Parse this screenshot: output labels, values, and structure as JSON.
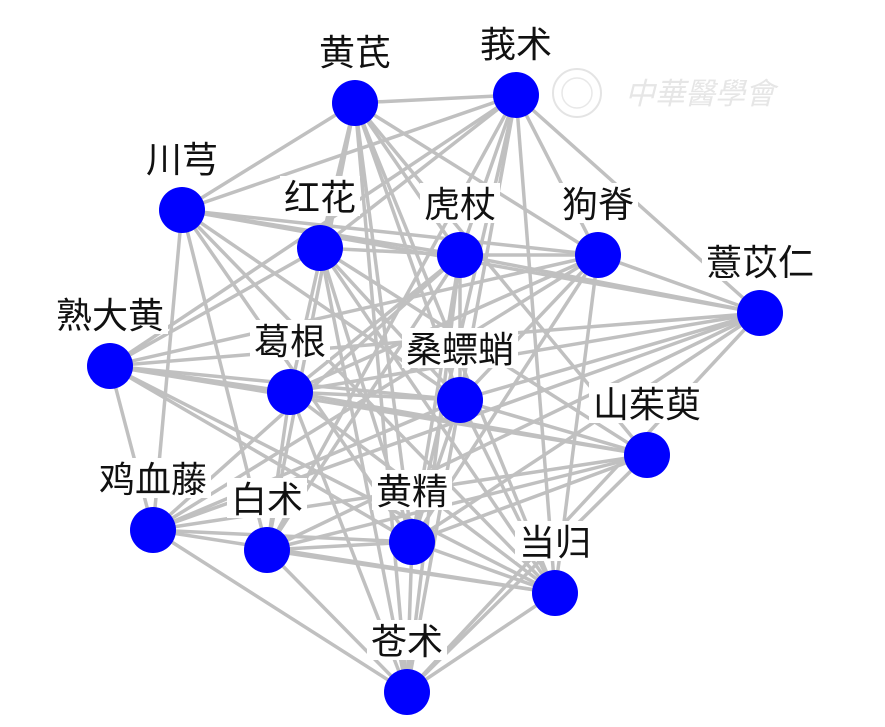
{
  "watermark": {
    "text": "中華醫學會",
    "logo": "chinese-medical-association-seal"
  },
  "graph": {
    "node_color": "#0000ff",
    "edge_color": "#c0c0c0",
    "nodes": [
      "黄芪",
      "莪术",
      "川芎",
      "红花",
      "虎杖",
      "狗脊",
      "薏苡仁",
      "熟大黄",
      "葛根",
      "桑螵蛸",
      "山茱萸",
      "鸡血藤",
      "白术",
      "黄精",
      "当归",
      "苍术"
    ],
    "edges": [
      [
        0,
        1
      ],
      [
        0,
        2
      ],
      [
        0,
        3
      ],
      [
        0,
        4
      ],
      [
        0,
        5
      ],
      [
        0,
        8
      ],
      [
        0,
        9
      ],
      [
        0,
        12
      ],
      [
        0,
        13
      ],
      [
        0,
        15
      ],
      [
        0,
        14
      ],
      [
        0,
        10
      ],
      [
        1,
        3
      ],
      [
        1,
        4
      ],
      [
        1,
        5
      ],
      [
        1,
        6
      ],
      [
        1,
        9
      ],
      [
        1,
        13
      ],
      [
        1,
        14
      ],
      [
        1,
        2
      ],
      [
        1,
        12
      ],
      [
        1,
        7
      ],
      [
        2,
        5
      ],
      [
        2,
        4
      ],
      [
        2,
        9
      ],
      [
        2,
        11
      ],
      [
        2,
        13
      ],
      [
        2,
        14
      ],
      [
        2,
        6
      ],
      [
        2,
        12
      ],
      [
        3,
        4
      ],
      [
        3,
        9
      ],
      [
        3,
        13
      ],
      [
        3,
        15
      ],
      [
        3,
        7
      ],
      [
        3,
        14
      ],
      [
        3,
        10
      ],
      [
        4,
        5
      ],
      [
        4,
        6
      ],
      [
        4,
        9
      ],
      [
        4,
        13
      ],
      [
        4,
        15
      ],
      [
        4,
        11
      ],
      [
        4,
        8
      ],
      [
        4,
        12
      ],
      [
        5,
        6
      ],
      [
        5,
        8
      ],
      [
        5,
        9
      ],
      [
        5,
        13
      ],
      [
        5,
        7
      ],
      [
        5,
        11
      ],
      [
        5,
        14
      ],
      [
        6,
        7
      ],
      [
        6,
        8
      ],
      [
        6,
        9
      ],
      [
        6,
        13
      ],
      [
        6,
        15
      ],
      [
        6,
        12
      ],
      [
        6,
        11
      ],
      [
        7,
        9
      ],
      [
        7,
        10
      ],
      [
        7,
        11
      ],
      [
        7,
        13
      ],
      [
        7,
        14
      ],
      [
        7,
        8
      ],
      [
        8,
        9
      ],
      [
        8,
        12
      ],
      [
        8,
        15
      ],
      [
        8,
        14
      ],
      [
        8,
        10
      ],
      [
        9,
        10
      ],
      [
        9,
        13
      ],
      [
        9,
        15
      ],
      [
        9,
        11
      ],
      [
        9,
        14
      ],
      [
        10,
        13
      ],
      [
        10,
        15
      ],
      [
        10,
        11
      ],
      [
        10,
        12
      ],
      [
        11,
        13
      ],
      [
        11,
        15
      ],
      [
        11,
        14
      ],
      [
        12,
        13
      ],
      [
        12,
        15
      ],
      [
        12,
        14
      ],
      [
        13,
        14
      ],
      [
        13,
        15
      ],
      [
        14,
        15
      ]
    ]
  }
}
